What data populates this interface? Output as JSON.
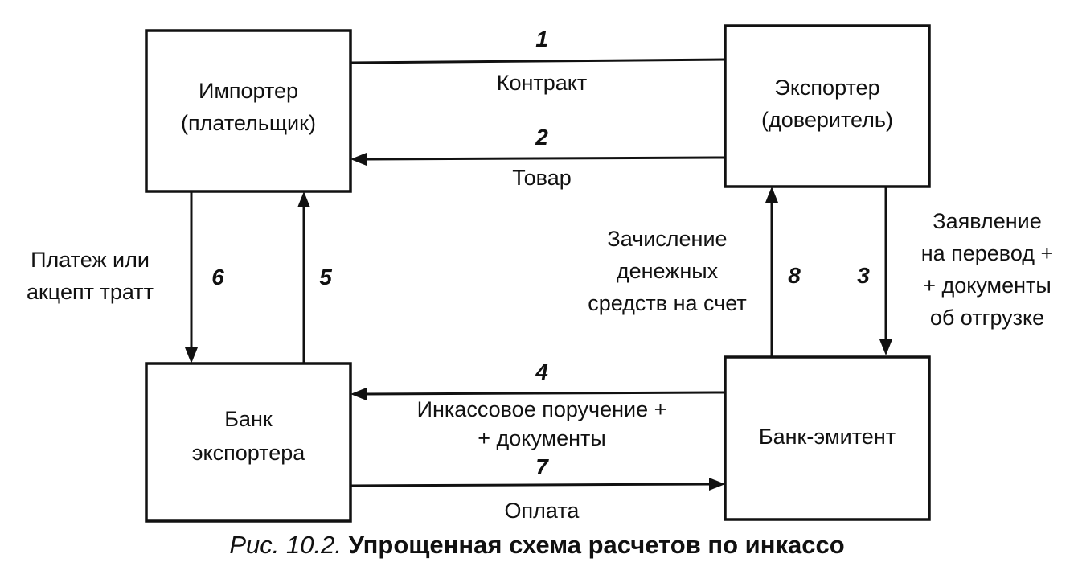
{
  "nodes": {
    "importer": {
      "line1": "Импортер",
      "line2": "(плательщик)"
    },
    "exporter": {
      "line1": "Экспортер",
      "line2": "(доверитель)"
    },
    "exporter_bank": {
      "line1": "Банк",
      "line2": "экспортера"
    },
    "issuing_bank": {
      "line1": "Банк-эмитент"
    }
  },
  "edges": {
    "e1": {
      "number": "1",
      "label": "Контракт"
    },
    "e2": {
      "number": "2",
      "label": "Товар"
    },
    "e3": {
      "number": "3",
      "lines": [
        "Заявление",
        "на перевод +",
        "+ документы",
        "об отгрузке"
      ]
    },
    "e4": {
      "number": "4",
      "lines": [
        "Инкассовое поручение +",
        "+ документы"
      ]
    },
    "e5": {
      "number": "5"
    },
    "e6": {
      "number": "6",
      "lines": [
        "Платеж или",
        "акцепт тратт"
      ]
    },
    "e7": {
      "number": "7",
      "label": "Оплата"
    },
    "e8": {
      "number": "8",
      "lines": [
        "Зачисление",
        "денежных",
        "средств на счет"
      ]
    }
  },
  "caption": {
    "figure": "Рис. 10.2.",
    "title": "Упрощенная схема расчетов по инкассо"
  }
}
